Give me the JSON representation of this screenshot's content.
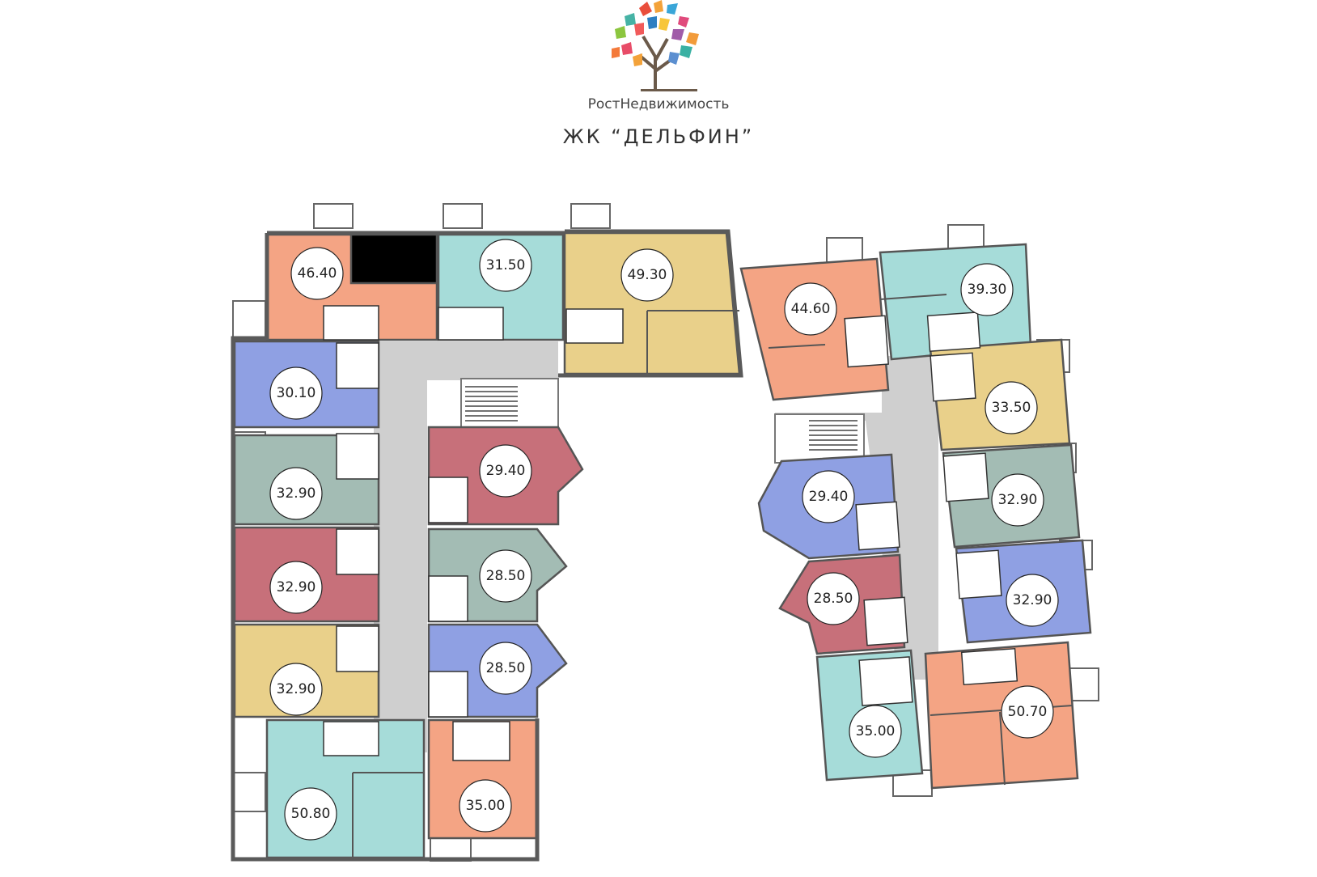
{
  "header": {
    "brand": "РостНедвижимость",
    "project": "ЖК “ДЕЛЬФИН”"
  },
  "colors": {
    "orange": "#f4a484",
    "teal": "#a6dcd9",
    "yellow": "#e9d08a",
    "blue": "#8fa0e3",
    "grey_green": "#a3bcb4",
    "red": "#c7707a",
    "corridor": "#cfcfcf"
  },
  "apartments": [
    {
      "id": "l1",
      "area": "46.40",
      "color": "orange"
    },
    {
      "id": "l2",
      "area": "31.50",
      "color": "teal"
    },
    {
      "id": "l3",
      "area": "49.30",
      "color": "yellow"
    },
    {
      "id": "l4",
      "area": "30.10",
      "color": "blue"
    },
    {
      "id": "l5",
      "area": "32.90",
      "color": "grey_green"
    },
    {
      "id": "l6",
      "area": "32.90",
      "color": "red"
    },
    {
      "id": "l7",
      "area": "32.90",
      "color": "yellow"
    },
    {
      "id": "l8",
      "area": "50.80",
      "color": "teal"
    },
    {
      "id": "l9",
      "area": "29.40",
      "color": "red"
    },
    {
      "id": "l10",
      "area": "28.50",
      "color": "grey_green"
    },
    {
      "id": "l11",
      "area": "28.50",
      "color": "blue"
    },
    {
      "id": "l12",
      "area": "35.00",
      "color": "orange"
    },
    {
      "id": "r1",
      "area": "44.60",
      "color": "orange"
    },
    {
      "id": "r2",
      "area": "39.30",
      "color": "teal"
    },
    {
      "id": "r3",
      "area": "33.50",
      "color": "yellow"
    },
    {
      "id": "r4",
      "area": "32.90",
      "color": "grey_green"
    },
    {
      "id": "r5",
      "area": "29.40",
      "color": "blue"
    },
    {
      "id": "r6",
      "area": "32.90",
      "color": "blue"
    },
    {
      "id": "r7",
      "area": "28.50",
      "color": "red"
    },
    {
      "id": "r8",
      "area": "35.00",
      "color": "teal"
    },
    {
      "id": "r9",
      "area": "50.70",
      "color": "orange"
    }
  ]
}
